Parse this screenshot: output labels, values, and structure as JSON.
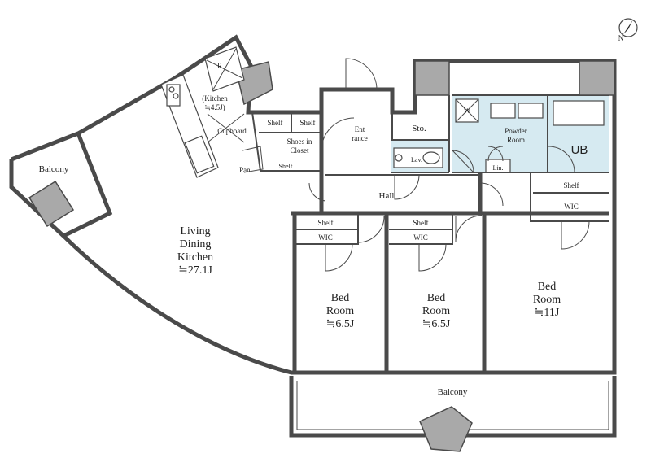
{
  "compass": {
    "north_label": "N"
  },
  "rooms": {
    "living_lines": [
      "Living",
      "Dining",
      "Kitchen",
      "≒27.1J"
    ],
    "kitchen_lines": [
      "(Kitchen",
      "≒4.5J)"
    ],
    "cupboard": "Cupboard",
    "pantry": "Pan.",
    "refrigerator": "R",
    "balcony_left": "Balcony",
    "shelf_a": "Shelf",
    "shelf_b": "Shelf",
    "shelf_small": "Shelf",
    "shoes_closet_lines": [
      "Shoes in",
      "Closet"
    ],
    "entrance_lines": [
      "Ent",
      "rance"
    ],
    "storage": "Sto.",
    "lavatory": "Lav.",
    "washer": "W",
    "powder_room_lines": [
      "Powder",
      "Room"
    ],
    "linen": "Lin.",
    "unit_bath": "UB",
    "hall": "Hall",
    "bed1_shelf": "Shelf",
    "bed1_wic": "WIC",
    "bed1_lines": [
      "Bed",
      "Room",
      "≒6.5J"
    ],
    "bed2_shelf": "Shelf",
    "bed2_wic": "WIC",
    "bed2_lines": [
      "Bed",
      "Room",
      "≒6.5J"
    ],
    "bed3_shelf": "Shelf",
    "bed3_wic": "WIC",
    "bed3_lines": [
      "Bed",
      "Room",
      "≒11J"
    ],
    "balcony_bottom": "Balcony"
  },
  "colors": {
    "wall": "#4a4a4a",
    "column": "#a9a9a9",
    "wet_area": "#d6eaf1"
  }
}
